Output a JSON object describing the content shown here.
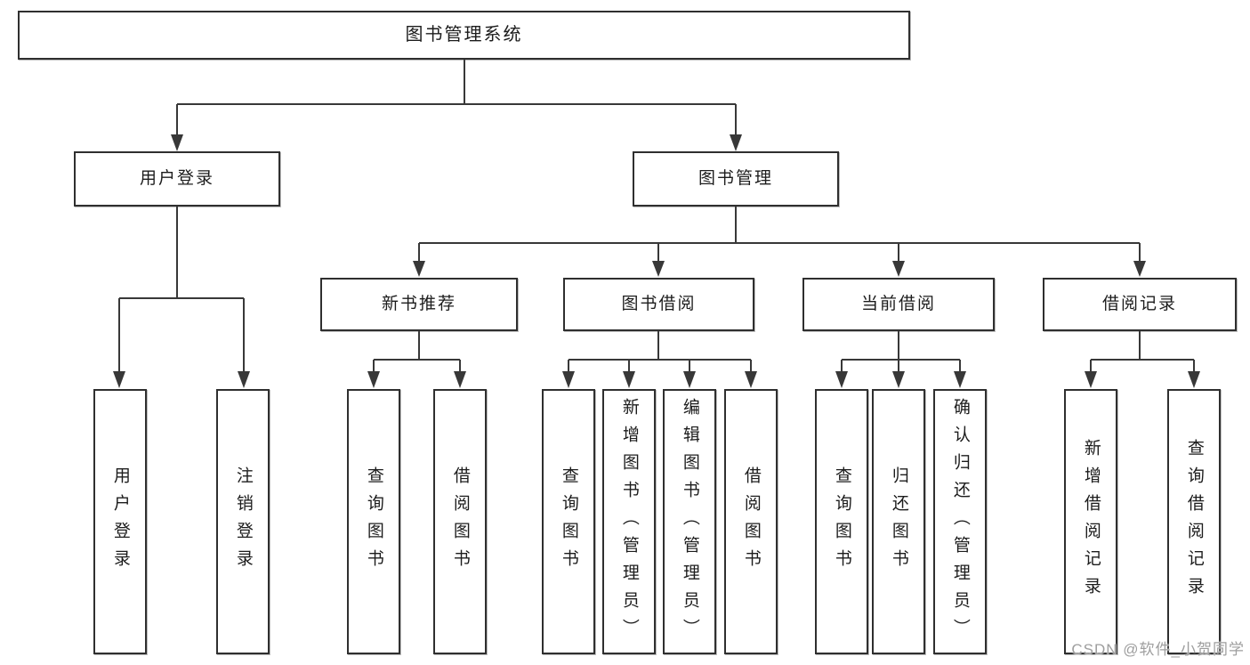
{
  "diagram": {
    "title": "图书管理系统",
    "watermark": "CSDN @软件_小贺同学",
    "colors": {
      "line": "#383838",
      "box_border": "#2f2f2f",
      "text": "#1c1c1c",
      "watermark": "#9e9e9e",
      "background": "#ffffff"
    },
    "tree": {
      "label": "图书管理系统",
      "children": [
        {
          "label": "用户登录",
          "children": [
            {
              "label": "用户登录"
            },
            {
              "label": "注销登录"
            }
          ]
        },
        {
          "label": "图书管理",
          "children": [
            {
              "label": "新书推荐",
              "children": [
                {
                  "label": "查询图书"
                },
                {
                  "label": "借阅图书"
                }
              ]
            },
            {
              "label": "图书借阅",
              "children": [
                {
                  "label": "查询图书"
                },
                {
                  "label": "新增图书（管理员）"
                },
                {
                  "label": "编辑图书（管理员）"
                },
                {
                  "label": "借阅图书"
                }
              ]
            },
            {
              "label": "当前借阅",
              "children": [
                {
                  "label": "查询图书"
                },
                {
                  "label": "归还图书"
                },
                {
                  "label": "确认归还（管理员）"
                }
              ]
            },
            {
              "label": "借阅记录",
              "children": [
                {
                  "label": "新增借阅记录"
                },
                {
                  "label": "查询借阅记录"
                }
              ]
            }
          ]
        }
      ]
    }
  }
}
